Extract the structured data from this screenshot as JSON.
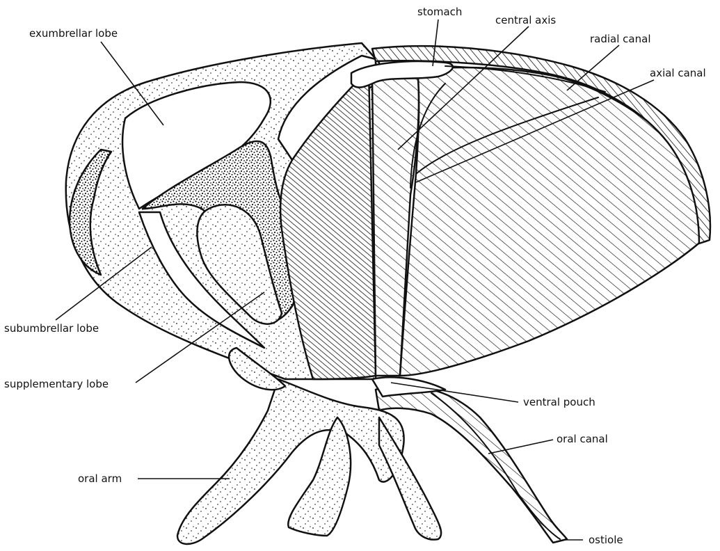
{
  "labels": {
    "exumbrellar_lobe": "exumbrellar lobe",
    "stomach": "stomach",
    "central_axis": "central axis",
    "radial_canal": "radial canal",
    "axial_canal": "axial canal",
    "subumbrellar_lobe": "subumbrellar lobe",
    "supplementary_lobe": "supplementary lobe",
    "ventral_pouch": "ventral pouch",
    "oral_canal": "oral canal",
    "oral_arm": "oral arm",
    "ostiole": "ostiole"
  },
  "colors": {
    "ink": "#111111",
    "paper": "#ffffff"
  }
}
